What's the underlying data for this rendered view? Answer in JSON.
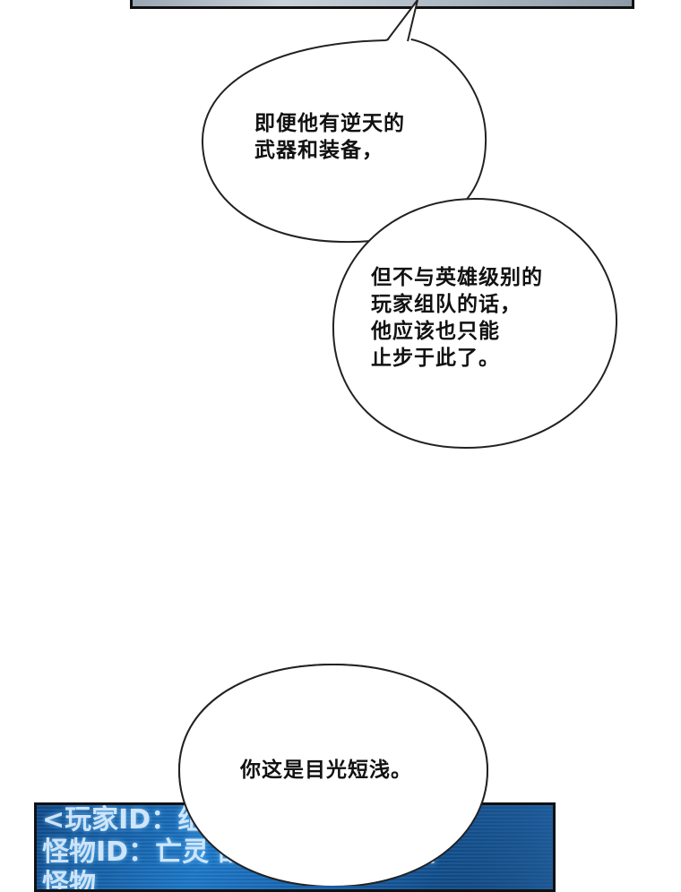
{
  "bubbles": {
    "bubble1": {
      "lines": [
        "即便他有逆天的",
        "武器和装备，"
      ]
    },
    "bubble2": {
      "lines": [
        "但不与英雄级别的",
        "玩家组队的话，",
        "他应该也只能",
        "止步于此了。"
      ]
    },
    "bubble3": {
      "lines": [
        "你这是目光短浅。"
      ]
    }
  },
  "screen": {
    "lines": [
      "<玩家ID：组",
      "怪物ID：亡灵 战士 <019>对话",
      "怪物"
    ]
  },
  "colors": {
    "bubble_fill": "#ffffff",
    "bubble_stroke": "#222222",
    "screen_blue": "#1d78c8"
  }
}
